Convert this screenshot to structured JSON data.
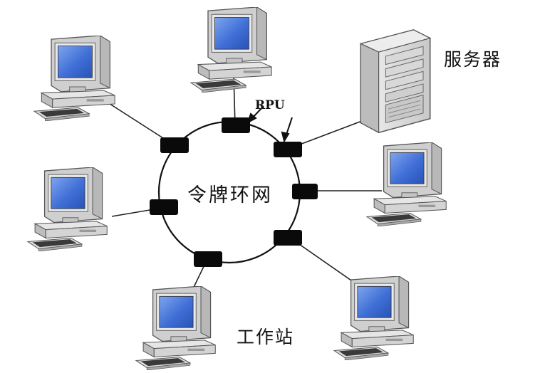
{
  "diagram": {
    "ring_label": "令牌环网",
    "server_label": "服务器",
    "station_label": "工作站",
    "rpu_label": "RPU",
    "workstation_count": 6,
    "server_count": 1,
    "rpu_count": 7
  },
  "colors": {
    "screen": "#3f6fd6",
    "case": "#dcdcdc",
    "outline": "#555555",
    "rpu": "#0a0a0a",
    "line": "#222222"
  },
  "icons": {
    "computer": "desktop-computer-icon",
    "server": "tower-server-icon",
    "rpu": "ring-connector-icon"
  }
}
